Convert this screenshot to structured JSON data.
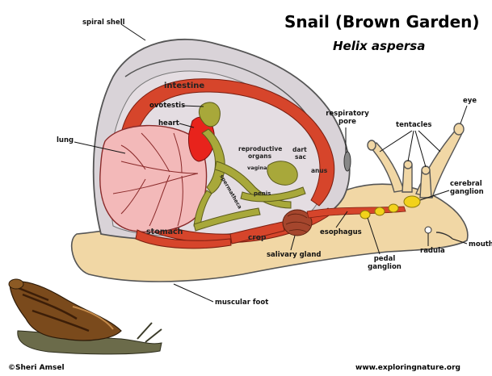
{
  "title": "Snail (Brown Garden)",
  "subtitle": "Helix aspersa",
  "labels": {
    "spiral_shell": "spiral shell",
    "intestine": "intestine",
    "ovotestis": "ovotestis",
    "heart": "heart",
    "lung": "lung",
    "reproductive_organs_1": "reproductive",
    "reproductive_organs_2": "organs",
    "vagina": "vagina",
    "dart_sac_1": "dart",
    "dart_sac_2": "sac",
    "penis": "penis",
    "anus": "anus",
    "spermatheca": "spermatheca",
    "stomach": "stomach",
    "crop": "crop",
    "salivary_gland": "salivary gland",
    "esophagus": "esophagus",
    "respiratory_pore_1": "respiratory",
    "respiratory_pore_2": "pore",
    "tentacles": "tentacles",
    "eye": "eye",
    "cerebral_ganglion_1": "cerebral",
    "cerebral_ganglion_2": "ganglion",
    "mouth": "mouth",
    "radula": "radula",
    "pedal_ganglion_1": "pedal",
    "pedal_ganglion_2": "ganglion",
    "muscular_foot": "muscular foot"
  },
  "credits": {
    "author": "©Sheri Amsel",
    "website": "www.exploringnature.org"
  },
  "colors": {
    "shell": "#d9d3d8",
    "shell_outline": "#555555",
    "body": "#f1d7a5",
    "intestine": "#d6452b",
    "lung": "#f3b9b9",
    "heart": "#e8231c",
    "organs_green": "#a8a83a",
    "ganglion_yellow": "#f2d21b",
    "salivary": "#a5462d"
  }
}
